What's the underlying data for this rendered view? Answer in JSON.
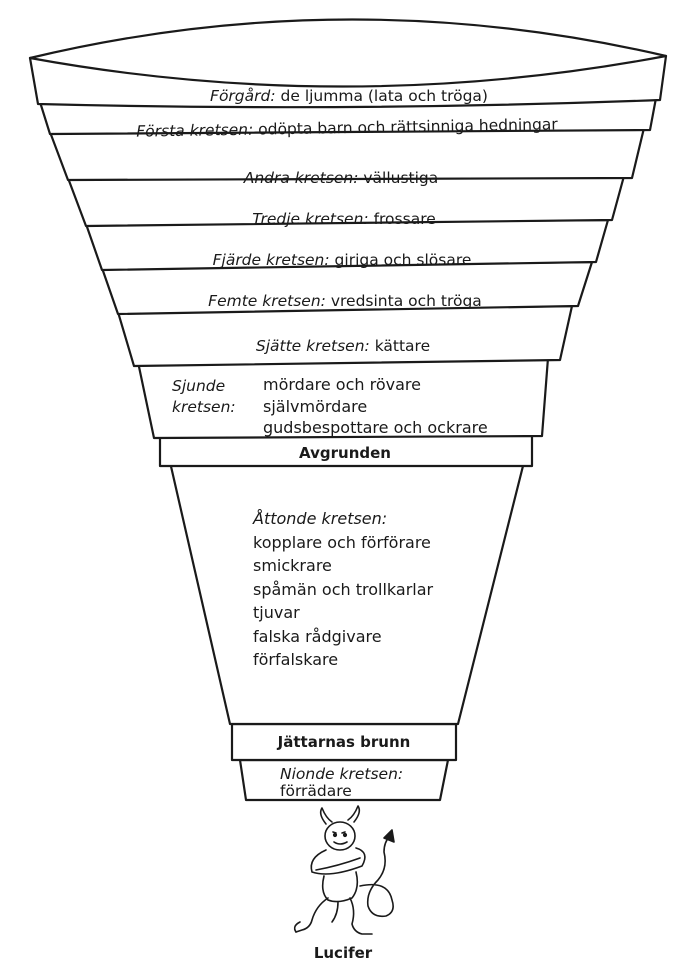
{
  "diagram": {
    "forgard": {
      "name": "Förgård:",
      "desc": "de ljumma (lata och tröga)"
    },
    "forsta": {
      "name": "Första kretsen:",
      "desc": "odöpta barn och rättsinniga hedningar"
    },
    "andra": {
      "name": "Andra kretsen:",
      "desc": "vällustiga"
    },
    "tredje": {
      "name": "Tredje kretsen:",
      "desc": "frossare"
    },
    "fjarde": {
      "name": "Fjärde kretsen:",
      "desc": "giriga och slösare"
    },
    "femte": {
      "name": "Femte kretsen:",
      "desc": "vredsinta och tröga"
    },
    "sjatte": {
      "name": "Sjätte kretsen:",
      "desc": "kättare"
    },
    "sjunde": {
      "name_line1": "Sjunde",
      "name_line2": "kretsen:",
      "items": [
        "mördare och rövare",
        "självmördare",
        "gudsbespottare och ockrare"
      ]
    },
    "avgrunden": "Avgrunden",
    "attonde": {
      "name": "Åttonde kretsen:",
      "items": [
        "kopplare och förförare",
        "smickrare",
        "spåmän och trollkarlar",
        "tjuvar",
        "falska rådgivare",
        "förfalskare"
      ]
    },
    "jattarnas_brunn": "Jättarnas brunn",
    "nionde": {
      "name": "Nionde kretsen:",
      "desc": "förrädare"
    },
    "lucifer": "Lucifer"
  }
}
